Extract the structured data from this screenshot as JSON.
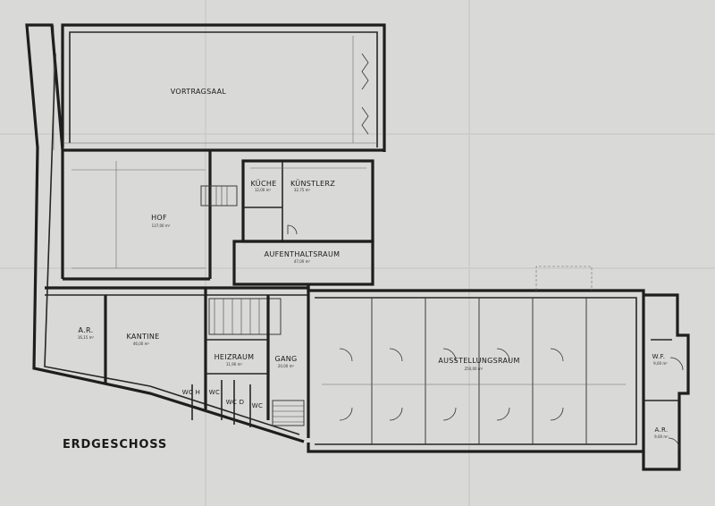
{
  "title": "ERDGESCHOSS",
  "rooms": {
    "vortragssaal": {
      "name": "VORTRAGSAAL"
    },
    "hof": {
      "name": "HOF",
      "area": "137,00 m²"
    },
    "kueche": {
      "name": "KÜCHE",
      "area": "12,00 m²"
    },
    "kuenstlerz": {
      "name": "KÜNSTLERZ",
      "area": "32,75 m²"
    },
    "aufenthaltsraum": {
      "name": "AUFENTHALTSRAUM",
      "area": "47,00 m²"
    },
    "ar_left": {
      "name": "A.R.",
      "area": "16,15 m²"
    },
    "kantine": {
      "name": "KANTINE",
      "area": "46,00 m²"
    },
    "heizraum": {
      "name": "HEIZRAUM",
      "area": "11,90 m²"
    },
    "gang": {
      "name": "GANG",
      "area": "20,00 m²"
    },
    "wc1": {
      "name": "WC H"
    },
    "wc2": {
      "name": "WC"
    },
    "wc3": {
      "name": "WC D"
    },
    "wc4": {
      "name": "WC"
    },
    "ausstellungsraum": {
      "name": "AUSSTELLUNGSRAUM",
      "area": "250,00 m²"
    },
    "wf": {
      "name": "W.F.",
      "area": "9,00 m²"
    },
    "ar_right": {
      "name": "A.R.",
      "area": "9,00 m²"
    }
  }
}
